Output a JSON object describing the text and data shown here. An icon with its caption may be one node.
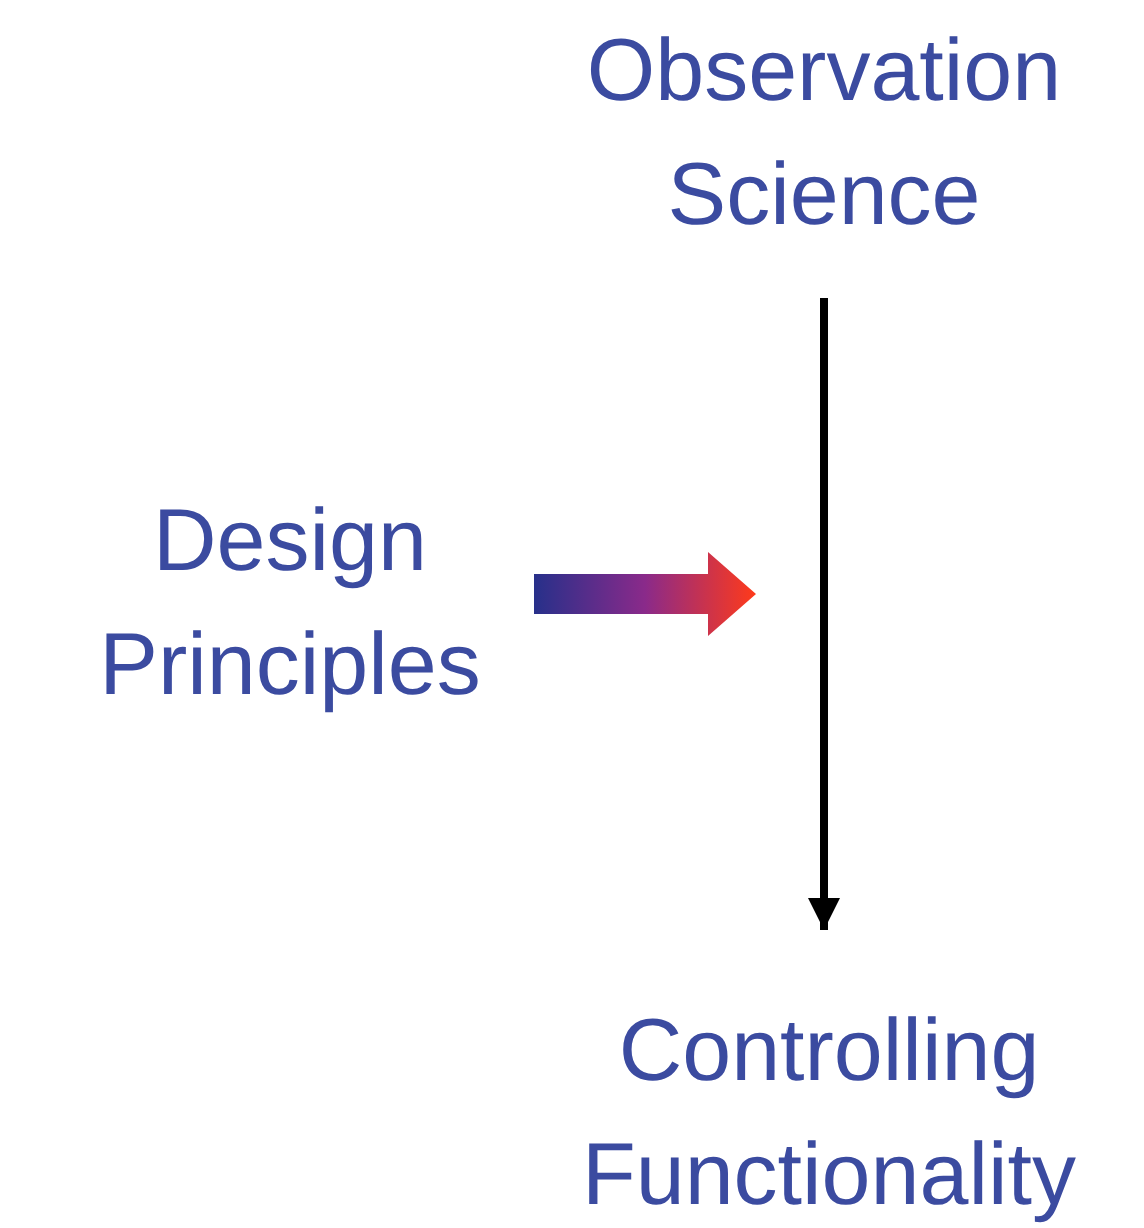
{
  "diagram": {
    "nodes": [
      {
        "text": [
          "Observation Science"
        ]
      },
      {
        "text": [
          "Design Principles"
        ]
      },
      {
        "text": [
          "Controlling Functionality"
        ]
      }
    ],
    "edges": [
      {
        "from": 0,
        "to": 2,
        "arrow": "to"
      },
      {
        "from": 1,
        "to": null,
        "arrow": "to",
        "style": "thick"
      }
    ]
  }
}
